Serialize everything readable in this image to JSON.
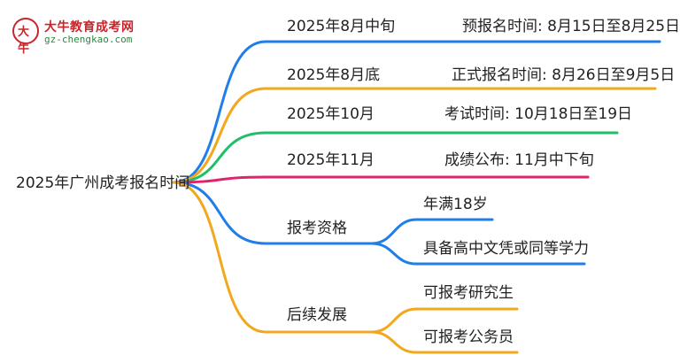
{
  "logo": {
    "mark": "大牛",
    "title": "大牛教育成考网",
    "url": "gz-chengkao.com"
  },
  "root": {
    "label": "2025年广州成考报名时间"
  },
  "branches": [
    {
      "label": "2025年8月中旬",
      "detail": "预报名时间: 8月15日至8月25日",
      "color": "#1f7ee8"
    },
    {
      "label": "2025年8月底",
      "detail": "正式报名时间: 8月26日至9月5日",
      "color": "#f2a81d"
    },
    {
      "label": "2025年10月",
      "detail": "考试时间: 10月18日至19日",
      "color": "#1fbf6a"
    },
    {
      "label": "2025年11月",
      "detail": "成绩公布: 11月中下旬",
      "color": "#e0246b"
    },
    {
      "label": "报考资格",
      "color": "#1f7ee8",
      "children": [
        {
          "label": "年满18岁"
        },
        {
          "label": "具备高中文凭或同等学力"
        }
      ]
    },
    {
      "label": "后续发展",
      "color": "#f2a81d",
      "children": [
        {
          "label": "可报考研究生"
        },
        {
          "label": "可报考公务员"
        }
      ]
    }
  ]
}
